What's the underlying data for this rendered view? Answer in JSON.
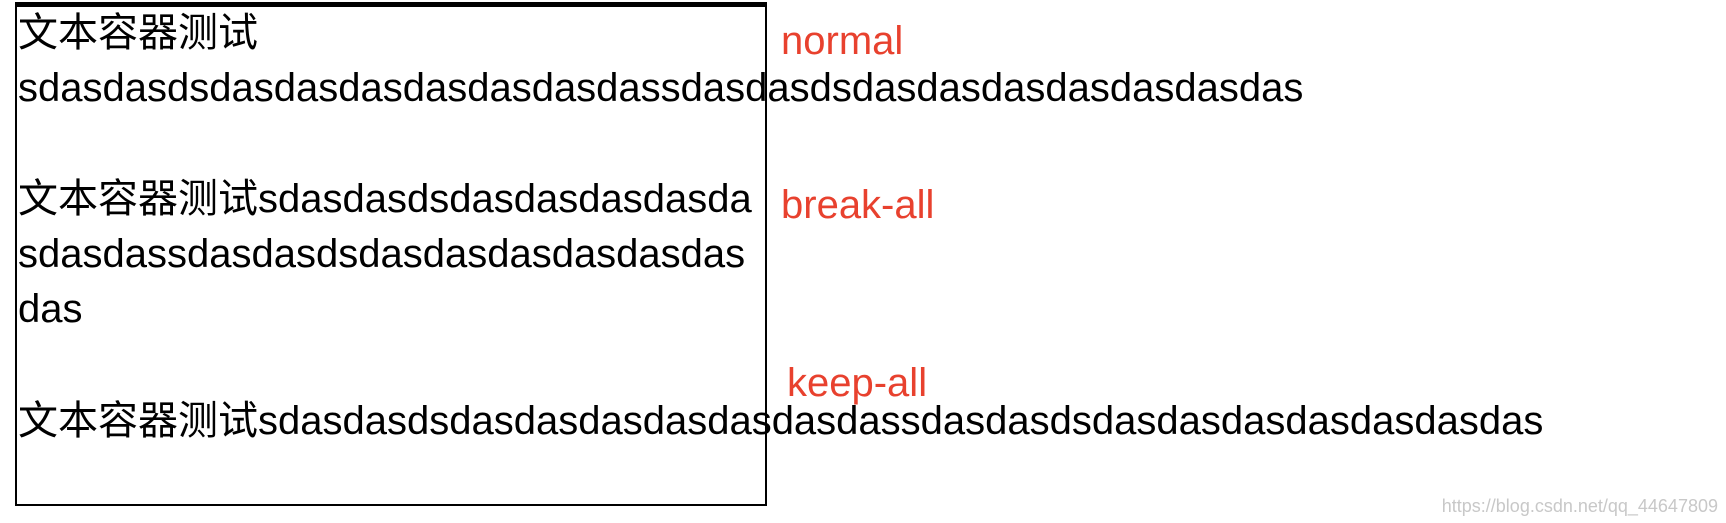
{
  "normal_block": {
    "line1": "文本容器测试",
    "line2": "sdasdasdsdasdasdasdasdasdasdassdasdasdsdasdasdasdasdasdasdas"
  },
  "break_all_block": {
    "line1": "文本容器测试sdasdasdsdasdasdasdasda",
    "line2": "sdasdassdasdasdsdasdasdasdasdasdas",
    "line3": "das"
  },
  "keep_all_block": {
    "line1": "文本容器测试sdasdasdsdasdasdasdasdasdasdassdasdasdsdasdasdasdasdasdasdas"
  },
  "labels": {
    "normal": "normal",
    "break_all": "break-all",
    "keep_all": "keep-all"
  },
  "watermark": "https://blog.csdn.net/qq_44647809",
  "colors": {
    "label": "#e8412e",
    "text": "#000000",
    "border": "#000000"
  }
}
